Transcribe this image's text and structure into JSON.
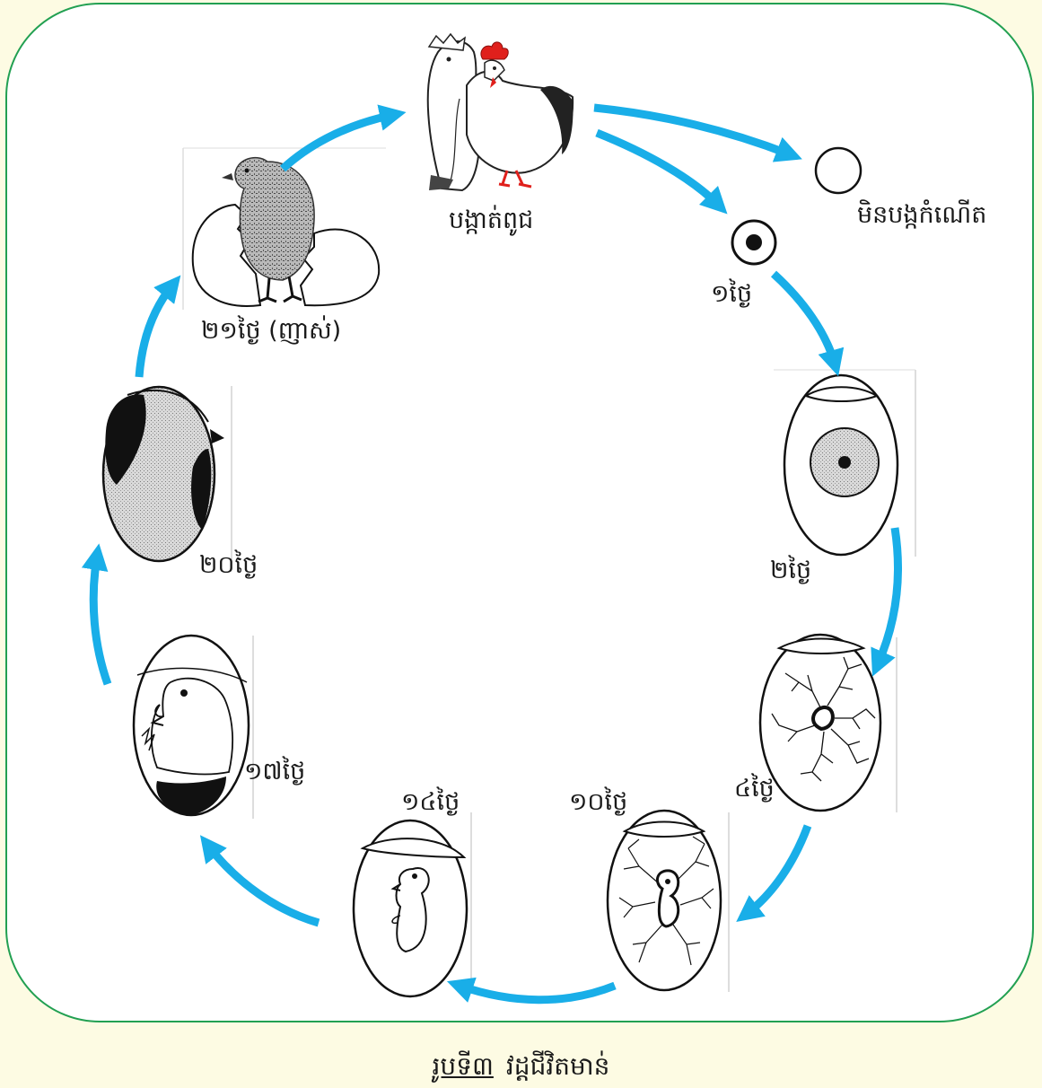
{
  "labels": {
    "mating": "បង្កាត់ពូជ",
    "unfertilized": "មិនបង្កកំណើត",
    "day1": "១ថ្ងៃ",
    "day2": "២ថ្ងៃ",
    "day4": "៤ថ្ងៃ",
    "day10": "១០ថ្ងៃ",
    "day14": "១៤ថ្ងៃ",
    "day17": "១៧ថ្ងៃ",
    "day20": "២០ថ្ងៃ",
    "day21": "២១ថ្ងៃ (ញាស់)"
  },
  "caption": {
    "number": "រូបទី៣",
    "title": "វដ្តជីវិតមាន់"
  },
  "colors": {
    "arrow": "#19aee8",
    "border": "#22a052",
    "background": "#fdfbe3",
    "rooster_comb": "#e0201c"
  }
}
